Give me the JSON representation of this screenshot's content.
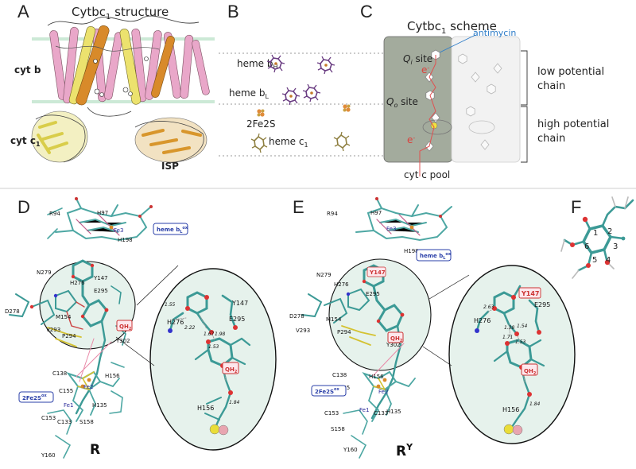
{
  "panels": {
    "A": "A",
    "B": "B",
    "C": "C",
    "D": "D",
    "E": "E",
    "F": "F"
  },
  "panelA": {
    "title_prefix": "Cytbc",
    "title_sub": "1",
    "title_suffix": " structure",
    "cyt_b": "cyt b",
    "cyt_c1_prefix": "cyt c",
    "cyt_c1_sub": "1",
    "isp": "ISP",
    "colors": {
      "cyt_b": "#e9a7c9",
      "cyt_c1": "#e8e26a",
      "isp": "#e0a339"
    }
  },
  "panelB": {
    "heme_bh_prefix": "heme b",
    "heme_bh_sub": "H",
    "heme_bl_prefix": "heme b",
    "heme_bl_sub": "L",
    "fe2s": "2Fe2S",
    "heme_c1_prefix": "heme c",
    "heme_c1_sub": "1"
  },
  "panelC": {
    "title_prefix": "Cytbc",
    "title_sub": "1",
    "title_suffix": " scheme",
    "antimycin": "antimycin",
    "qi_q": "Q",
    "qi_sub": "i",
    "qi_site": " site",
    "qo_q": "Q",
    "qo_sub": "o",
    "qo_site": " site",
    "e_label": "e",
    "e_sup": "-",
    "cyt_c_pool": "cyt c pool",
    "low_potential_1": "low potential",
    "low_potential_2": "chain",
    "high_potential_1": "high potential",
    "high_potential_2": "chain"
  },
  "panelD": {
    "residues": {
      "r94": "R94",
      "h97": "H97",
      "h198": "H198",
      "fe3": "Fe3",
      "n279": "N279",
      "y147": "Y147",
      "h276": "H276",
      "e295": "E295",
      "d278": "D278",
      "m154": "M154",
      "v293": "V293",
      "p294": "P294",
      "y302": "Y302",
      "c138": "C138",
      "h156": "H156",
      "c155": "C155",
      "fe2": "Fe2",
      "fe1": "Fe1",
      "h135": "H135",
      "c153": "C153",
      "c133": "C133",
      "s158": "S158",
      "y160": "Y160"
    },
    "heme_tag_prefix": "heme b",
    "heme_tag_sub": "L",
    "heme_tag_sup": "ox",
    "qh_prefix": "QH",
    "qh_sub": "2",
    "fes_tag_prefix": "2Fe2S",
    "fes_tag_sup": "ox",
    "zoom": {
      "h276": "H276",
      "y147": "Y147",
      "e295": "E295",
      "h156": "H156",
      "d1": "1.55",
      "d2": "2.22",
      "d3": "1.67",
      "d4": "1.98",
      "d5": "1.53",
      "d6": "1.84",
      "qh_prefix": "QH",
      "qh_sub": "2"
    },
    "state": "R"
  },
  "panelE": {
    "residues": {
      "r94": "R94",
      "h97": "H97",
      "h198": "H198",
      "fe3": "Fe3",
      "n279": "N279",
      "y147": "Y147",
      "h276": "H276",
      "e295": "E295",
      "d278": "D278",
      "m154": "M154",
      "v293": "V293",
      "p294": "P294",
      "y302": "Y302",
      "c138": "C138",
      "h156": "H156",
      "c155": "C155",
      "fe2": "Fe2",
      "fe1": "Fe1",
      "h135": "H135",
      "c153": "C153",
      "c133": "C133",
      "s158": "S158",
      "y160": "Y160"
    },
    "heme_tag_prefix": "heme b",
    "heme_tag_sub": "L",
    "heme_tag_sup": "ox",
    "qh_prefix": "QH",
    "qh_sub": "2",
    "fes_tag_prefix": "2Fe2S",
    "fes_tag_sup": "ox",
    "zoom": {
      "h276": "H276",
      "y147": "Y147",
      "e295": "E295",
      "h156": "H156",
      "d1": "2.63",
      "d2": "1.38",
      "d3": "1.54",
      "d4": "1.71",
      "d5": "1.53",
      "d6": "1.84",
      "qh_prefix": "QH",
      "qh_sub": "2"
    },
    "state_base": "R",
    "state_sup": "Y"
  },
  "panelF": {
    "n1": "1",
    "n2": "2",
    "n3": "3",
    "n4": "4",
    "n5": "5",
    "n6": "6"
  }
}
